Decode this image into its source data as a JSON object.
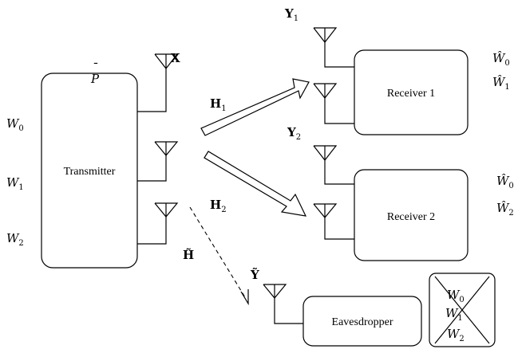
{
  "boxes": {
    "transmitter": "Transmitter",
    "receiver1": "Receiver 1",
    "receiver2": "Receiver 2",
    "eavesdropper": "Eavesdropper"
  },
  "power": {
    "base": "P",
    "overbar": "¯"
  },
  "messages": {
    "w0": {
      "base": "W",
      "sub": "0"
    },
    "w1": {
      "base": "W",
      "sub": "1"
    },
    "w2": {
      "base": "W",
      "sub": "2"
    }
  },
  "signals": {
    "x": "X",
    "y1": {
      "base": "Y",
      "sub": "1"
    },
    "y2": {
      "base": "Y",
      "sub": "2"
    },
    "ytilde": "Ỹ",
    "h1": {
      "base": "H",
      "sub": "1"
    },
    "h2": {
      "base": "H",
      "sub": "2"
    },
    "htilde": "H̃"
  },
  "estimates": {
    "r1_w0": {
      "base": "Ŵ",
      "sub": "0"
    },
    "r1_w1": {
      "base": "Ŵ",
      "sub": "1"
    },
    "r2_w0": {
      "base": "Ŵ",
      "sub": "0"
    },
    "r2_w2": {
      "base": "Ŵ",
      "sub": "2"
    }
  },
  "eavesdropper_box": {
    "w0": {
      "base": "W",
      "sub": "0"
    },
    "w1": {
      "base": "W",
      "sub": "1"
    },
    "w2": {
      "base": "W",
      "sub": "2"
    }
  }
}
